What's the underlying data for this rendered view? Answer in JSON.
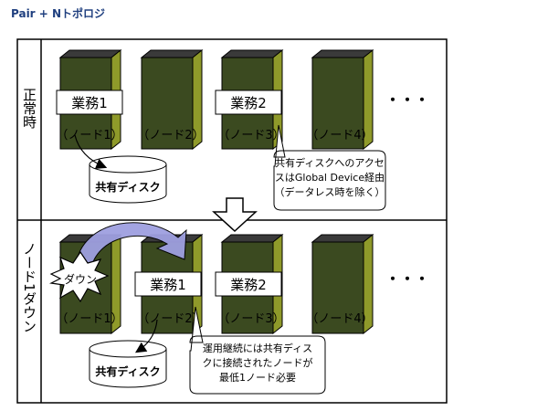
{
  "title": "Pair + Nトポロジ",
  "sections": {
    "top_label": "正常時",
    "bottom_label": "ノード1ダウン"
  },
  "nodes": [
    "（ノード1）",
    "（ノード2）",
    "（ノード3）",
    "（ノード4）"
  ],
  "ellipsis": "・・・",
  "top": {
    "service_boxes": [
      "業務1",
      "業務2"
    ],
    "shared_disk": "共有ディスク",
    "callout_lines": [
      "共有ディスクへのアクセ",
      "スはGlobal Device経由",
      "（データレス時を除く）"
    ]
  },
  "bottom": {
    "service_boxes": [
      "業務1",
      "業務2"
    ],
    "down_label": "ダウン",
    "shared_disk": "共有ディスク",
    "callout_lines": [
      "運用継続には共有ディス",
      "クに接続されたノードが",
      "最低1ノード必要"
    ]
  },
  "colors": {
    "server_front": "#3b4a20",
    "server_side": "#8f9a2a",
    "server_top": "#3a3a3a",
    "title": "#1f3f7f",
    "arrow_fill": "#9fa0e0"
  }
}
